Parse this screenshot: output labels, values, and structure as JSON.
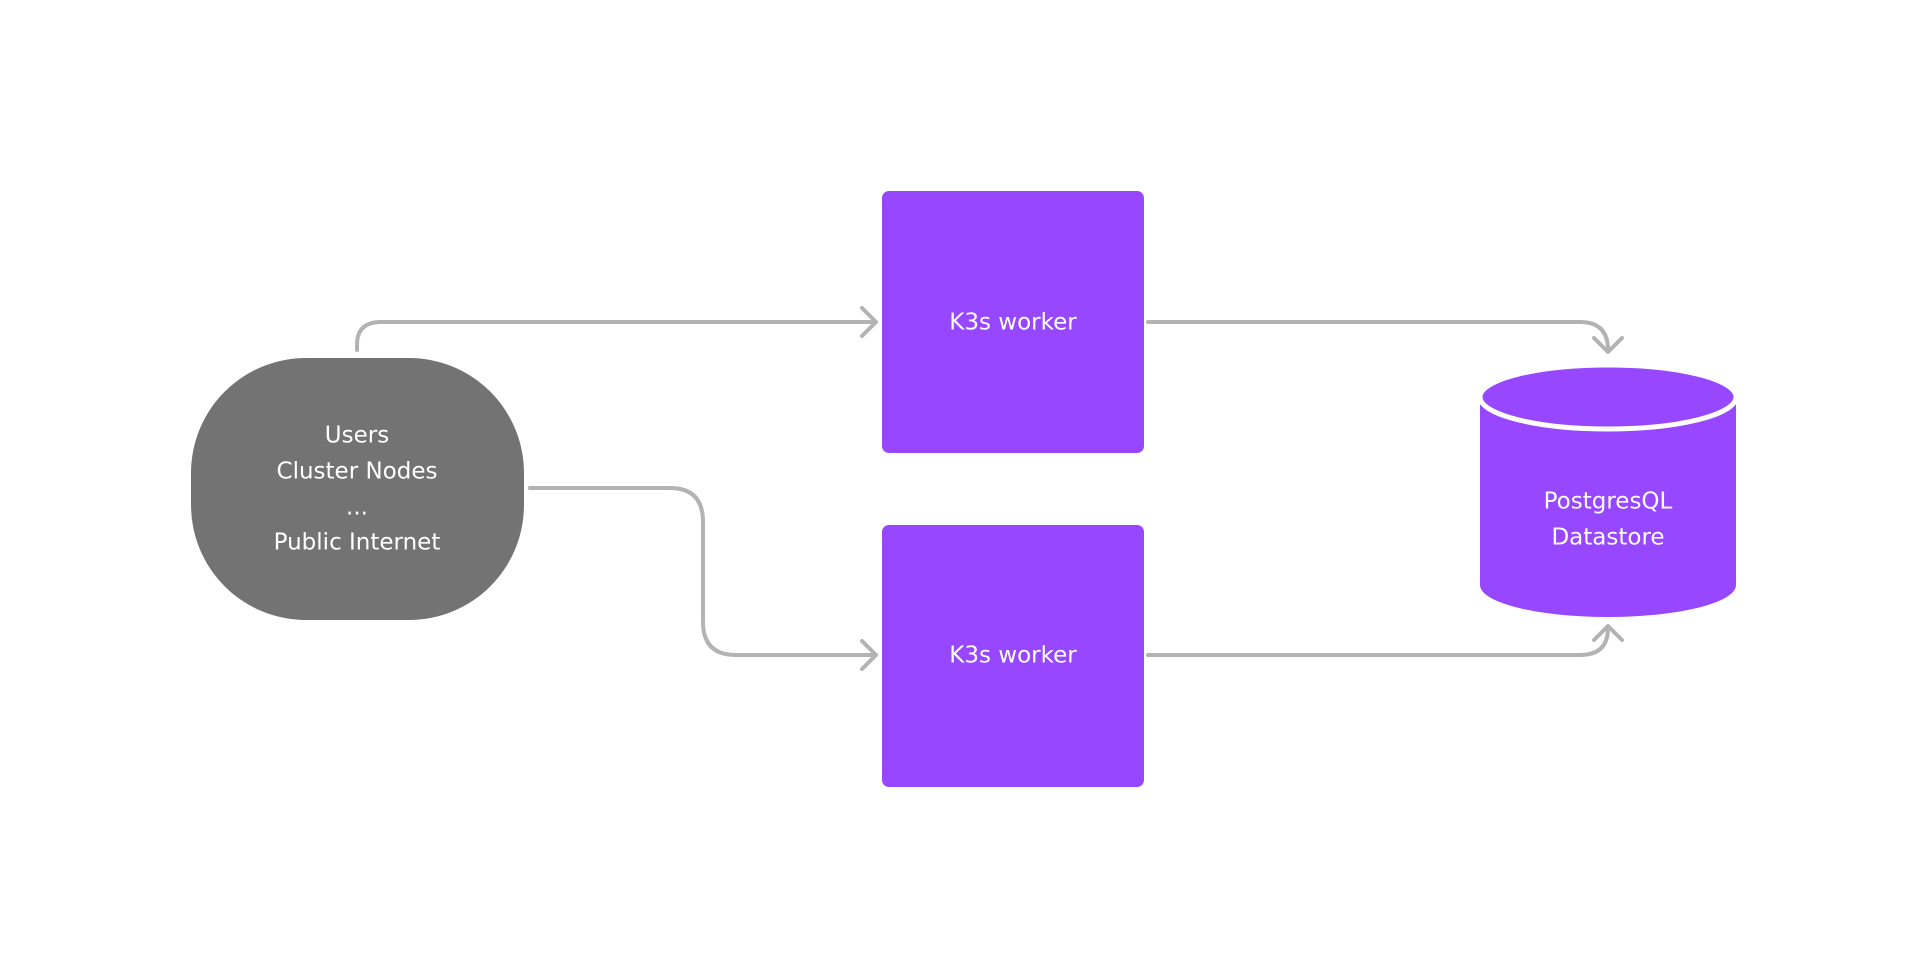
{
  "colors": {
    "source": "#737373",
    "worker": "#9747FF",
    "datastore": "#9747FF",
    "connector": "#B3B3B3",
    "background": "#FFFFFF",
    "text": "#FFFFFF"
  },
  "nodes": {
    "source": {
      "lines": [
        "Users",
        "Cluster Nodes",
        "...",
        "Public Internet"
      ]
    },
    "worker_top": {
      "label": "K3s worker"
    },
    "worker_bottom": {
      "label": "K3s worker"
    },
    "datastore": {
      "lines": [
        "PostgresQL",
        "Datastore"
      ]
    }
  }
}
